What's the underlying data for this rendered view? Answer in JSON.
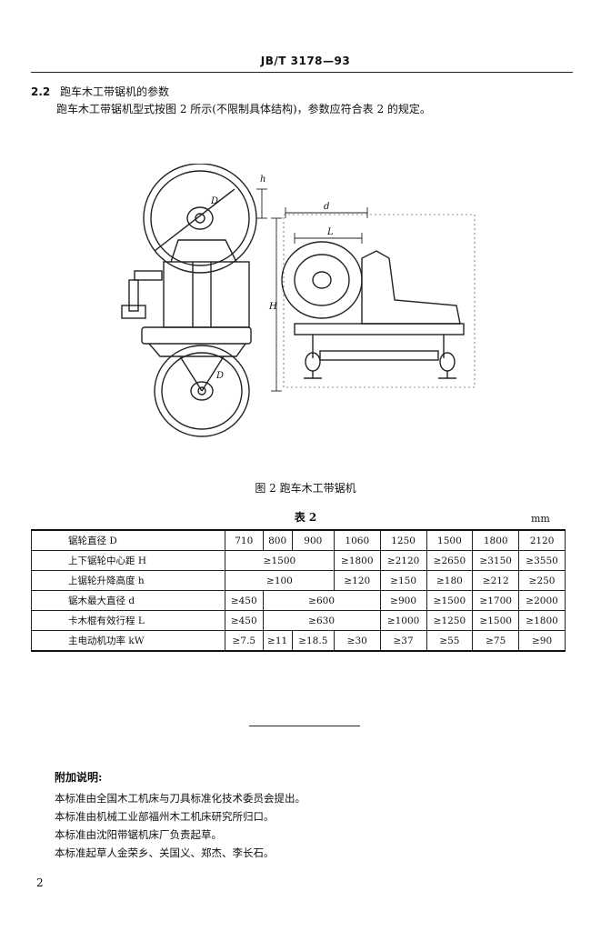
{
  "header": {
    "code": "JB/T 3178—93"
  },
  "section": {
    "number": "2.2",
    "title": "跑车木工带锯机的参数"
  },
  "paragraph": "跑车木工带锯机型式按图 2 所示(不限制具体结构)，参数应符合表 2 的规定。",
  "figure": {
    "caption": "图 2  跑车木工带锯机",
    "labels": {
      "D_top": "D",
      "h": "h",
      "H": "H",
      "D_bottom": "D",
      "d": "d",
      "L": "L"
    }
  },
  "table": {
    "title": "表 2",
    "unit": "mm",
    "rows": [
      {
        "label": "锯轮直径 D",
        "cells": [
          {
            "text": "710",
            "span": 1
          },
          {
            "text": "800",
            "span": 1
          },
          {
            "text": "900",
            "span": 1
          },
          {
            "text": "1060",
            "span": 1
          },
          {
            "text": "1250",
            "span": 1
          },
          {
            "text": "1500",
            "span": 1
          },
          {
            "text": "1800",
            "span": 1
          },
          {
            "text": "2120",
            "span": 1
          }
        ]
      },
      {
        "label": "上下锯轮中心距 H",
        "cells": [
          {
            "text": "≥1500",
            "span": 3
          },
          {
            "text": "≥1800",
            "span": 1
          },
          {
            "text": "≥2120",
            "span": 1
          },
          {
            "text": "≥2650",
            "span": 1
          },
          {
            "text": "≥3150",
            "span": 1
          },
          {
            "text": "≥3550",
            "span": 1
          }
        ]
      },
      {
        "label": "上锯轮升降高度 h",
        "cells": [
          {
            "text": "≥100",
            "span": 3
          },
          {
            "text": "≥120",
            "span": 1
          },
          {
            "text": "≥150",
            "span": 1
          },
          {
            "text": "≥180",
            "span": 1
          },
          {
            "text": "≥212",
            "span": 1
          },
          {
            "text": "≥250",
            "span": 1
          }
        ]
      },
      {
        "label": "锯木最大直径 d",
        "cells": [
          {
            "text": "≥450",
            "span": 1
          },
          {
            "text": "≥600",
            "span": 3
          },
          {
            "text": "≥900",
            "span": 1
          },
          {
            "text": "≥1500",
            "span": 1
          },
          {
            "text": "≥1700",
            "span": 1
          },
          {
            "text": "≥2000",
            "span": 1
          }
        ]
      },
      {
        "label": "卡木棍有效行程 L",
        "cells": [
          {
            "text": "≥450",
            "span": 1
          },
          {
            "text": "≥630",
            "span": 3
          },
          {
            "text": "≥1000",
            "span": 1
          },
          {
            "text": "≥1250",
            "span": 1
          },
          {
            "text": "≥1500",
            "span": 1
          },
          {
            "text": "≥1800",
            "span": 1
          }
        ]
      },
      {
        "label": "主电动机功率   kW",
        "cells": [
          {
            "text": "≥7.5",
            "span": 1
          },
          {
            "text": "≥11",
            "span": 1
          },
          {
            "text": "≥18.5",
            "span": 1
          },
          {
            "text": "≥30",
            "span": 1
          },
          {
            "text": "≥37",
            "span": 1
          },
          {
            "text": "≥55",
            "span": 1
          },
          {
            "text": "≥75",
            "span": 1
          },
          {
            "text": "≥90",
            "span": 1
          }
        ]
      }
    ]
  },
  "notes": {
    "title": "附加说明:",
    "lines": [
      "本标准由全国木工机床与刀具标准化技术委员会提出。",
      "本标准由机械工业部福州木工机床研究所归口。",
      "本标准由沈阳带锯机床厂负责起草。",
      "本标准起草人金荣乡、关国义、郑杰、李长石。"
    ]
  },
  "page_number": "2"
}
